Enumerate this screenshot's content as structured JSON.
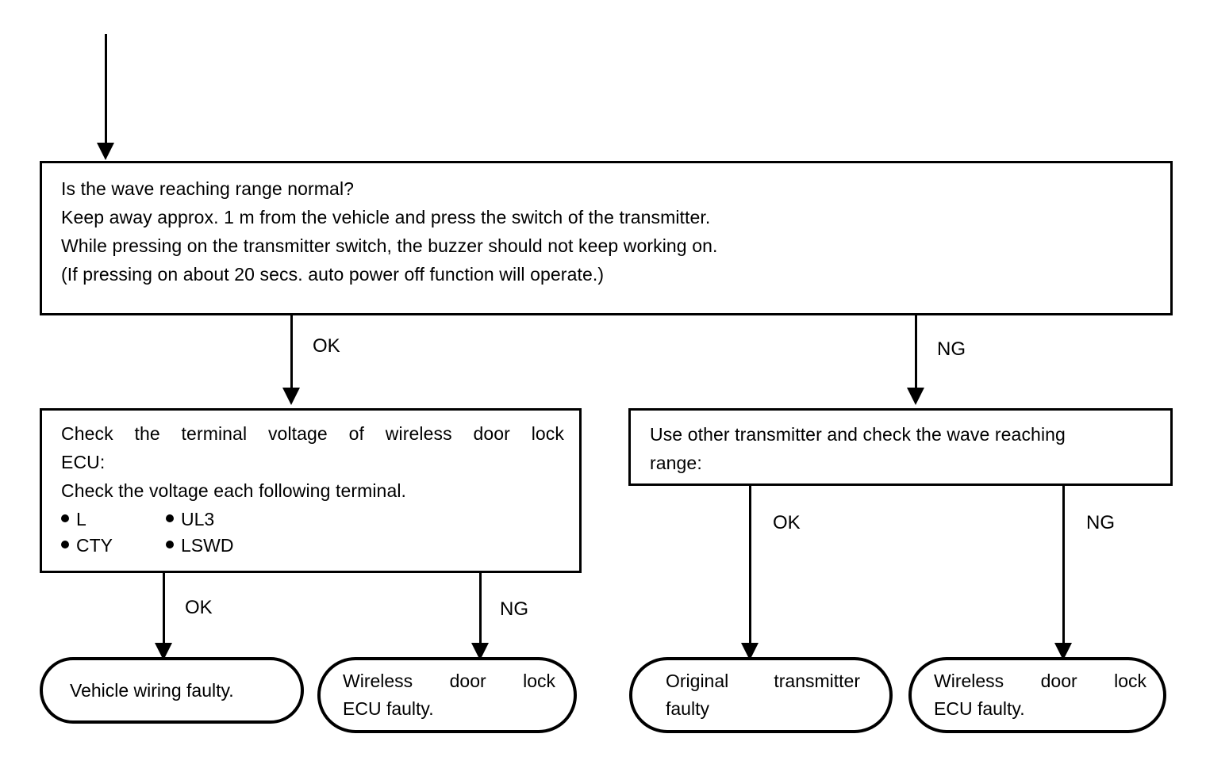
{
  "diagram": {
    "type": "troubleshooting-flowchart",
    "title": "Wireless door lock wave reaching range diagnosis",
    "nodes": {
      "entry_arrow": {
        "name": "entry-arrow"
      },
      "question_box": {
        "shape": "rectangle",
        "lines": [
          "Is the wave reaching range normal?",
          "Keep away approx. 1 m from the vehicle and press the switch of the transmitter.",
          "While pressing on the transmitter switch, the buzzer should not keep working on.",
          "(If pressing on about 20 secs. auto power off function will operate.)"
        ]
      },
      "check_voltage_box": {
        "shape": "rectangle",
        "lines": [
          "Check the terminal voltage of wireless door lock",
          "ECU:",
          "Check the voltage each following terminal."
        ],
        "terminals": [
          [
            "L",
            "UL3"
          ],
          [
            "CTY",
            "LSWD"
          ]
        ]
      },
      "other_transmitter_box": {
        "shape": "rectangle",
        "lines": [
          "Use other transmitter and check the wave reaching",
          "range:"
        ]
      },
      "result_vehicle_wiring": {
        "shape": "stadium",
        "lines": [
          "Vehicle wiring faulty."
        ]
      },
      "result_ecu_faulty_left": {
        "shape": "stadium",
        "lines": [
          "Wireless  door  lock",
          "ECU faulty."
        ]
      },
      "result_original_transmitter": {
        "shape": "stadium",
        "lines": [
          "Original  transmitter",
          "faulty"
        ]
      },
      "result_ecu_faulty_right": {
        "shape": "stadium",
        "lines": [
          "Wireless  door  lock",
          "ECU faulty."
        ]
      }
    },
    "edge_labels": {
      "question_ok": "OK",
      "question_ng": "NG",
      "voltage_ok": "OK",
      "voltage_ng": "NG",
      "transmitter_ok": "OK",
      "transmitter_ng": "NG"
    },
    "colors": {
      "stroke": "#000000",
      "background": "#ffffff",
      "text": "#000000"
    }
  }
}
